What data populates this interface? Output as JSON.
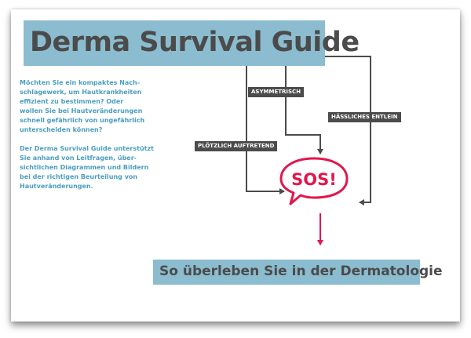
{
  "title": "Derma Survival Guide",
  "intro": {
    "paragraph1": "Möchten Sie ein kompaktes Nach-schlagewerk, um Hautkrankheiten effizient zu bestimmen? Oder wollen Sie bei Hautveränderungen schnell gefährlich von ungefährlich unterscheiden können?",
    "paragraph1_lines": [
      "Möchten Sie ein kompaktes Nach-",
      "schlagewerk, um Hautkrankheiten",
      "effizient zu bestimmen? Oder",
      "wollen Sie bei Hautveränderungen",
      "schnell gefährlich von ungefährlich",
      "unterscheiden können?"
    ],
    "paragraph2_lines": [
      "Der Derma Survival Guide unterstützt",
      "Sie anhand von Leitfragen, über-",
      "sichtlichen Diagrammen und Bildern",
      "bei der richtigen Beurteilung von",
      "Hautveränderungen."
    ]
  },
  "tags": {
    "asymmetric": "ASYMMETRISCH",
    "ugly_duckling": "HÄSSLICHES ENTLEIN",
    "sudden": "PLÖTZLICH AUFTRETEND"
  },
  "sos": "SOS!",
  "subtitle": "So überleben Sie in der Dermatologie",
  "colors": {
    "accent_blue": "#8bbccf",
    "intro_text": "#4a9ec0",
    "dark_gray": "#4b4b4b",
    "sos_red": "#e0174c"
  }
}
